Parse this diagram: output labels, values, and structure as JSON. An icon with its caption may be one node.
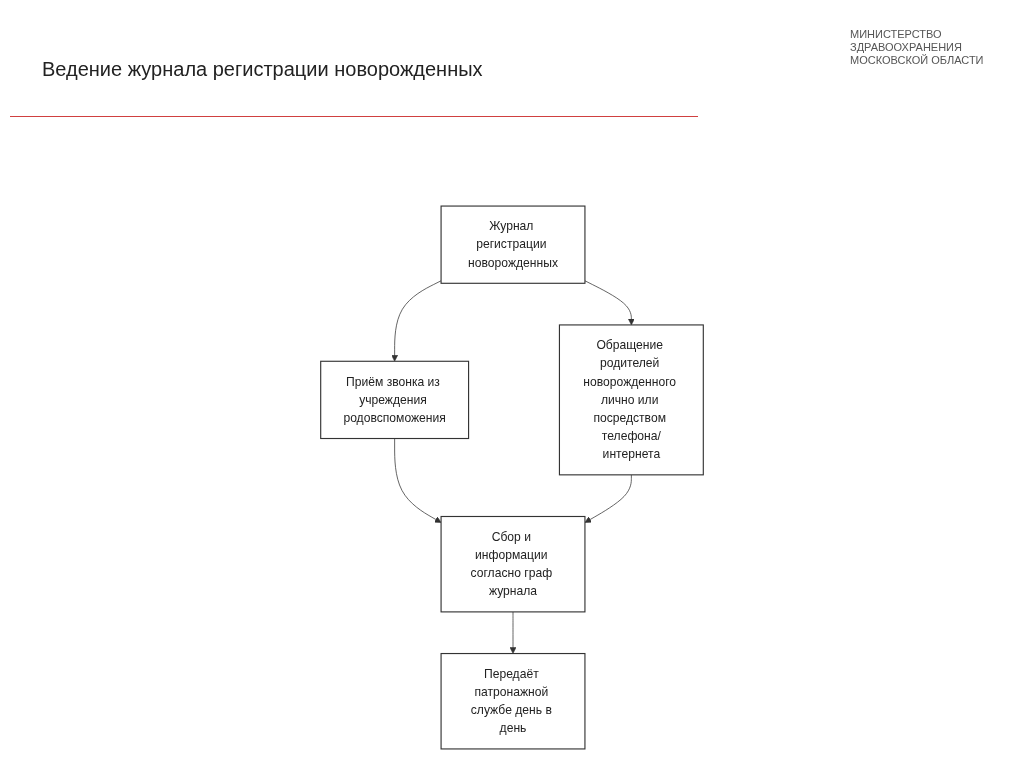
{
  "diagram": {
    "title": "Ведение журнала регистрации новорожденных",
    "nodes": [
      {
        "text": [
          "Журнал регистрации новорожденных"
        ]
      },
      {
        "text": [
          "Приём звонка из учреждения родовспоможения"
        ]
      },
      {
        "text": [
          "Обращение родителей новорожденного лично или посредством телефона/интернета"
        ]
      },
      {
        "text": [
          "Сбор и информации согласно граф журнала"
        ]
      },
      {
        "text": [
          "Передаёт патронажной службе день в день"
        ]
      }
    ],
    "edges": [
      {
        "from": 0,
        "to": 1,
        "arrow": "to"
      },
      {
        "from": 0,
        "to": 2,
        "arrow": "to"
      },
      {
        "from": 1,
        "to": 3,
        "arrow": "to"
      },
      {
        "from": 2,
        "to": 3,
        "arrow": "to"
      },
      {
        "from": 3,
        "to": 4,
        "arrow": "to"
      }
    ],
    "labels": [
      "МИНИСТЕРСТВО ЗДРАВООХРАНЕНИЯ МОСКОВСКОЙ ОБЛАСТИ"
    ]
  }
}
